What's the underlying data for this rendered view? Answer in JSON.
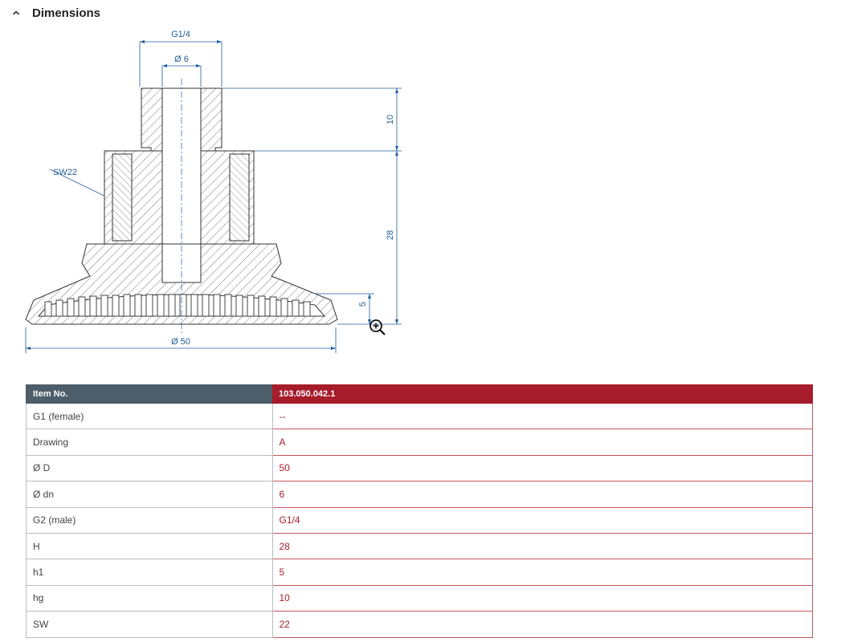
{
  "section": {
    "title": "Dimensions",
    "toggle_icon": "chevron-up-icon"
  },
  "drawing": {
    "labels": {
      "g": "G1/4",
      "d6": "Ø 6",
      "d50": "Ø 50",
      "h10": "10",
      "h28": "28",
      "h5": "5",
      "sw": "SW22"
    },
    "zoom_icon": "zoom-in-icon"
  },
  "table": {
    "header": {
      "label": "Item No.",
      "value": "103.050.042.1"
    },
    "rows": [
      {
        "label": "G1 (female)",
        "value": "--"
      },
      {
        "label": "Drawing",
        "value": "A"
      },
      {
        "label": "Ø D",
        "value": "50"
      },
      {
        "label": "Ø dn",
        "value": "6"
      },
      {
        "label": "G2 (male)",
        "value": "G1/4"
      },
      {
        "label": "H",
        "value": "28"
      },
      {
        "label": "h1",
        "value": "5"
      },
      {
        "label": "hg",
        "value": "10"
      },
      {
        "label": "SW",
        "value": "22"
      }
    ]
  },
  "colors": {
    "header_gray": "#4d5d69",
    "header_red": "#a61c2a",
    "dim_blue": "#1f5d9a"
  }
}
